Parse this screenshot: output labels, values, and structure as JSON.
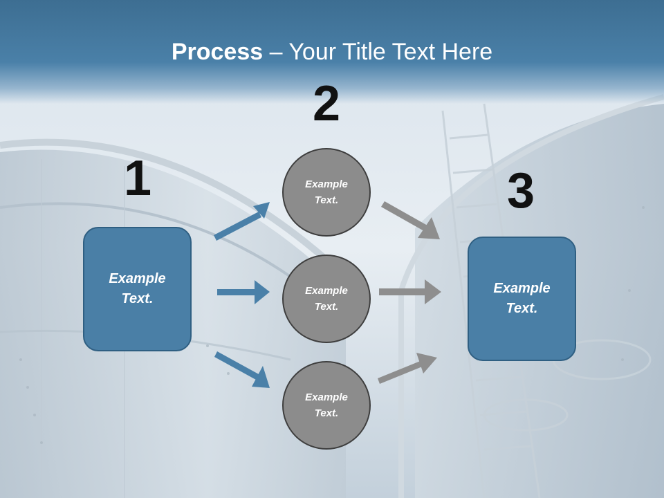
{
  "title": {
    "bold": "Process",
    "rest": " – Your Title Text Here"
  },
  "steps": {
    "one": {
      "number": "1",
      "text": "Example Text."
    },
    "two": {
      "number": "2",
      "circles": [
        {
          "text": "Example Text."
        },
        {
          "text": "Example Text."
        },
        {
          "text": "Example Text."
        }
      ]
    },
    "three": {
      "number": "3",
      "text": "Example Text."
    }
  },
  "colors": {
    "accent_blue": "#4a7fa6",
    "circle_gray": "#8c8c8c",
    "arrow_gray": "#8e8e8e",
    "title_bar": "#3d6e92"
  }
}
